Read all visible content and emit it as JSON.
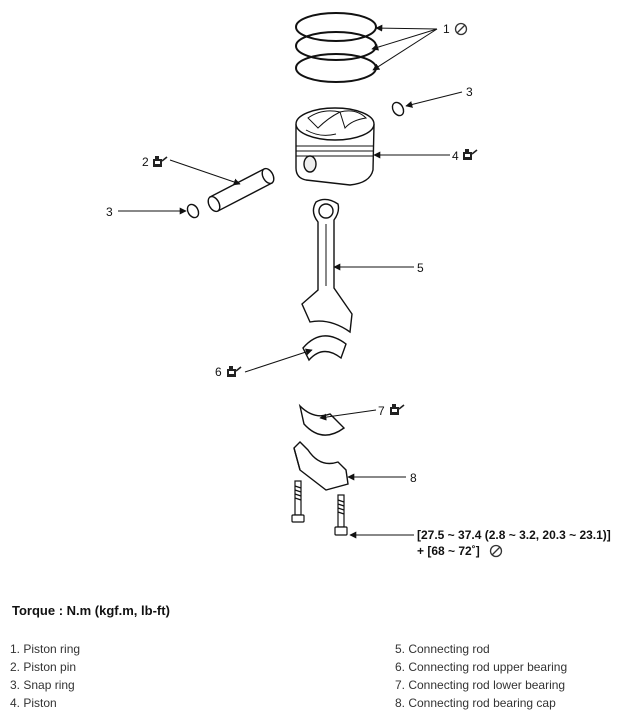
{
  "callouts": {
    "c1": "1",
    "c2": "2",
    "c3a": "3",
    "c3b": "3",
    "c4": "4",
    "c5": "5",
    "c6": "6",
    "c7": "7",
    "c8": "8"
  },
  "torque_spec": {
    "line1": "[27.5 ~ 37.4 (2.8 ~ 3.2, 20.3 ~ 23.1)]",
    "line2": "+ [68 ~ 72˚]"
  },
  "torque_heading": "Torque : N.m (kgf.m, lb-ft)",
  "legend": {
    "left": [
      "1. Piston ring",
      "2. Piston pin",
      "3. Snap ring",
      "4. Piston"
    ],
    "right": [
      "5. Connecting rod",
      "6. Connecting rod upper bearing",
      "7. Connecting rod lower bearing",
      "8. Connecting rod bearing cap"
    ]
  },
  "icons": {
    "no_reuse": "prohibited-circle-icon",
    "lubricate": "oil-can-icon"
  }
}
